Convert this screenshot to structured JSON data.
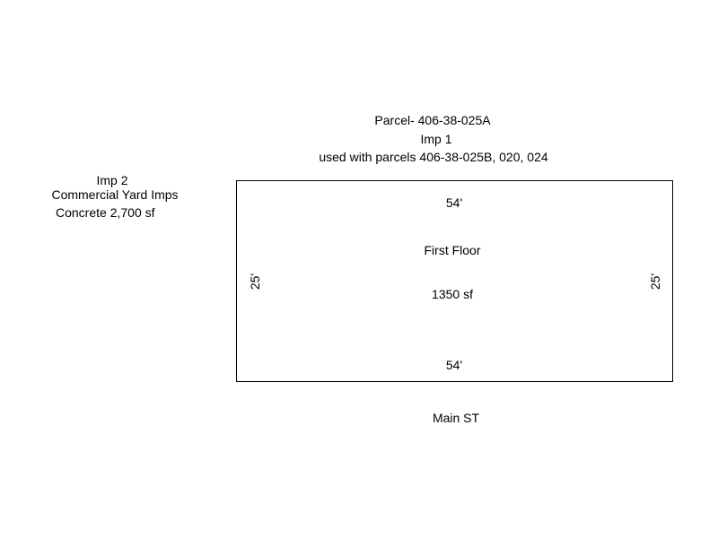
{
  "header": {
    "parcel": "Parcel- 406-38-025A",
    "imp": "Imp 1",
    "used_with": "used with parcels 406-38-025B, 020, 024"
  },
  "imp2": {
    "title": "Imp 2",
    "type": "Commercial Yard Imps",
    "detail": "Concrete  2,700 sf"
  },
  "building": {
    "top_dim": "54'",
    "bottom_dim": "54'",
    "left_dim": "25'",
    "right_dim": "25'",
    "floor": "First Floor",
    "area": "1350 sf"
  },
  "street": "Main ST"
}
